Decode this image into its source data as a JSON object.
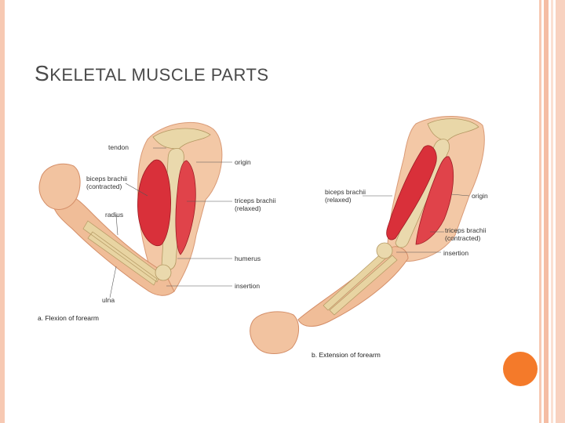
{
  "slide": {
    "title_first": "S",
    "title_rest": "KELETAL MUSCLE PARTS",
    "colors": {
      "border": "#f5c0a8",
      "border_light": "#fbe0d2",
      "accent_dot": "#f47a2a"
    }
  },
  "figure_a": {
    "labels": {
      "tendon": "tendon",
      "origin": "origin",
      "biceps_1": "biceps brachii",
      "biceps_2": "(contracted)",
      "triceps_1": "triceps brachii",
      "triceps_2": "(relaxed)",
      "radius": "radius",
      "humerus": "humerus",
      "insertion": "insertion",
      "ulna": "ulna"
    },
    "caption": "a. Flexion of forearm"
  },
  "figure_b": {
    "labels": {
      "biceps_1": "biceps brachii",
      "biceps_2": "(relaxed)",
      "origin": "origin",
      "triceps_1": "triceps brachii",
      "triceps_2": "(contracted)",
      "insertion": "insertion"
    },
    "caption": "b. Extension of forearm"
  }
}
